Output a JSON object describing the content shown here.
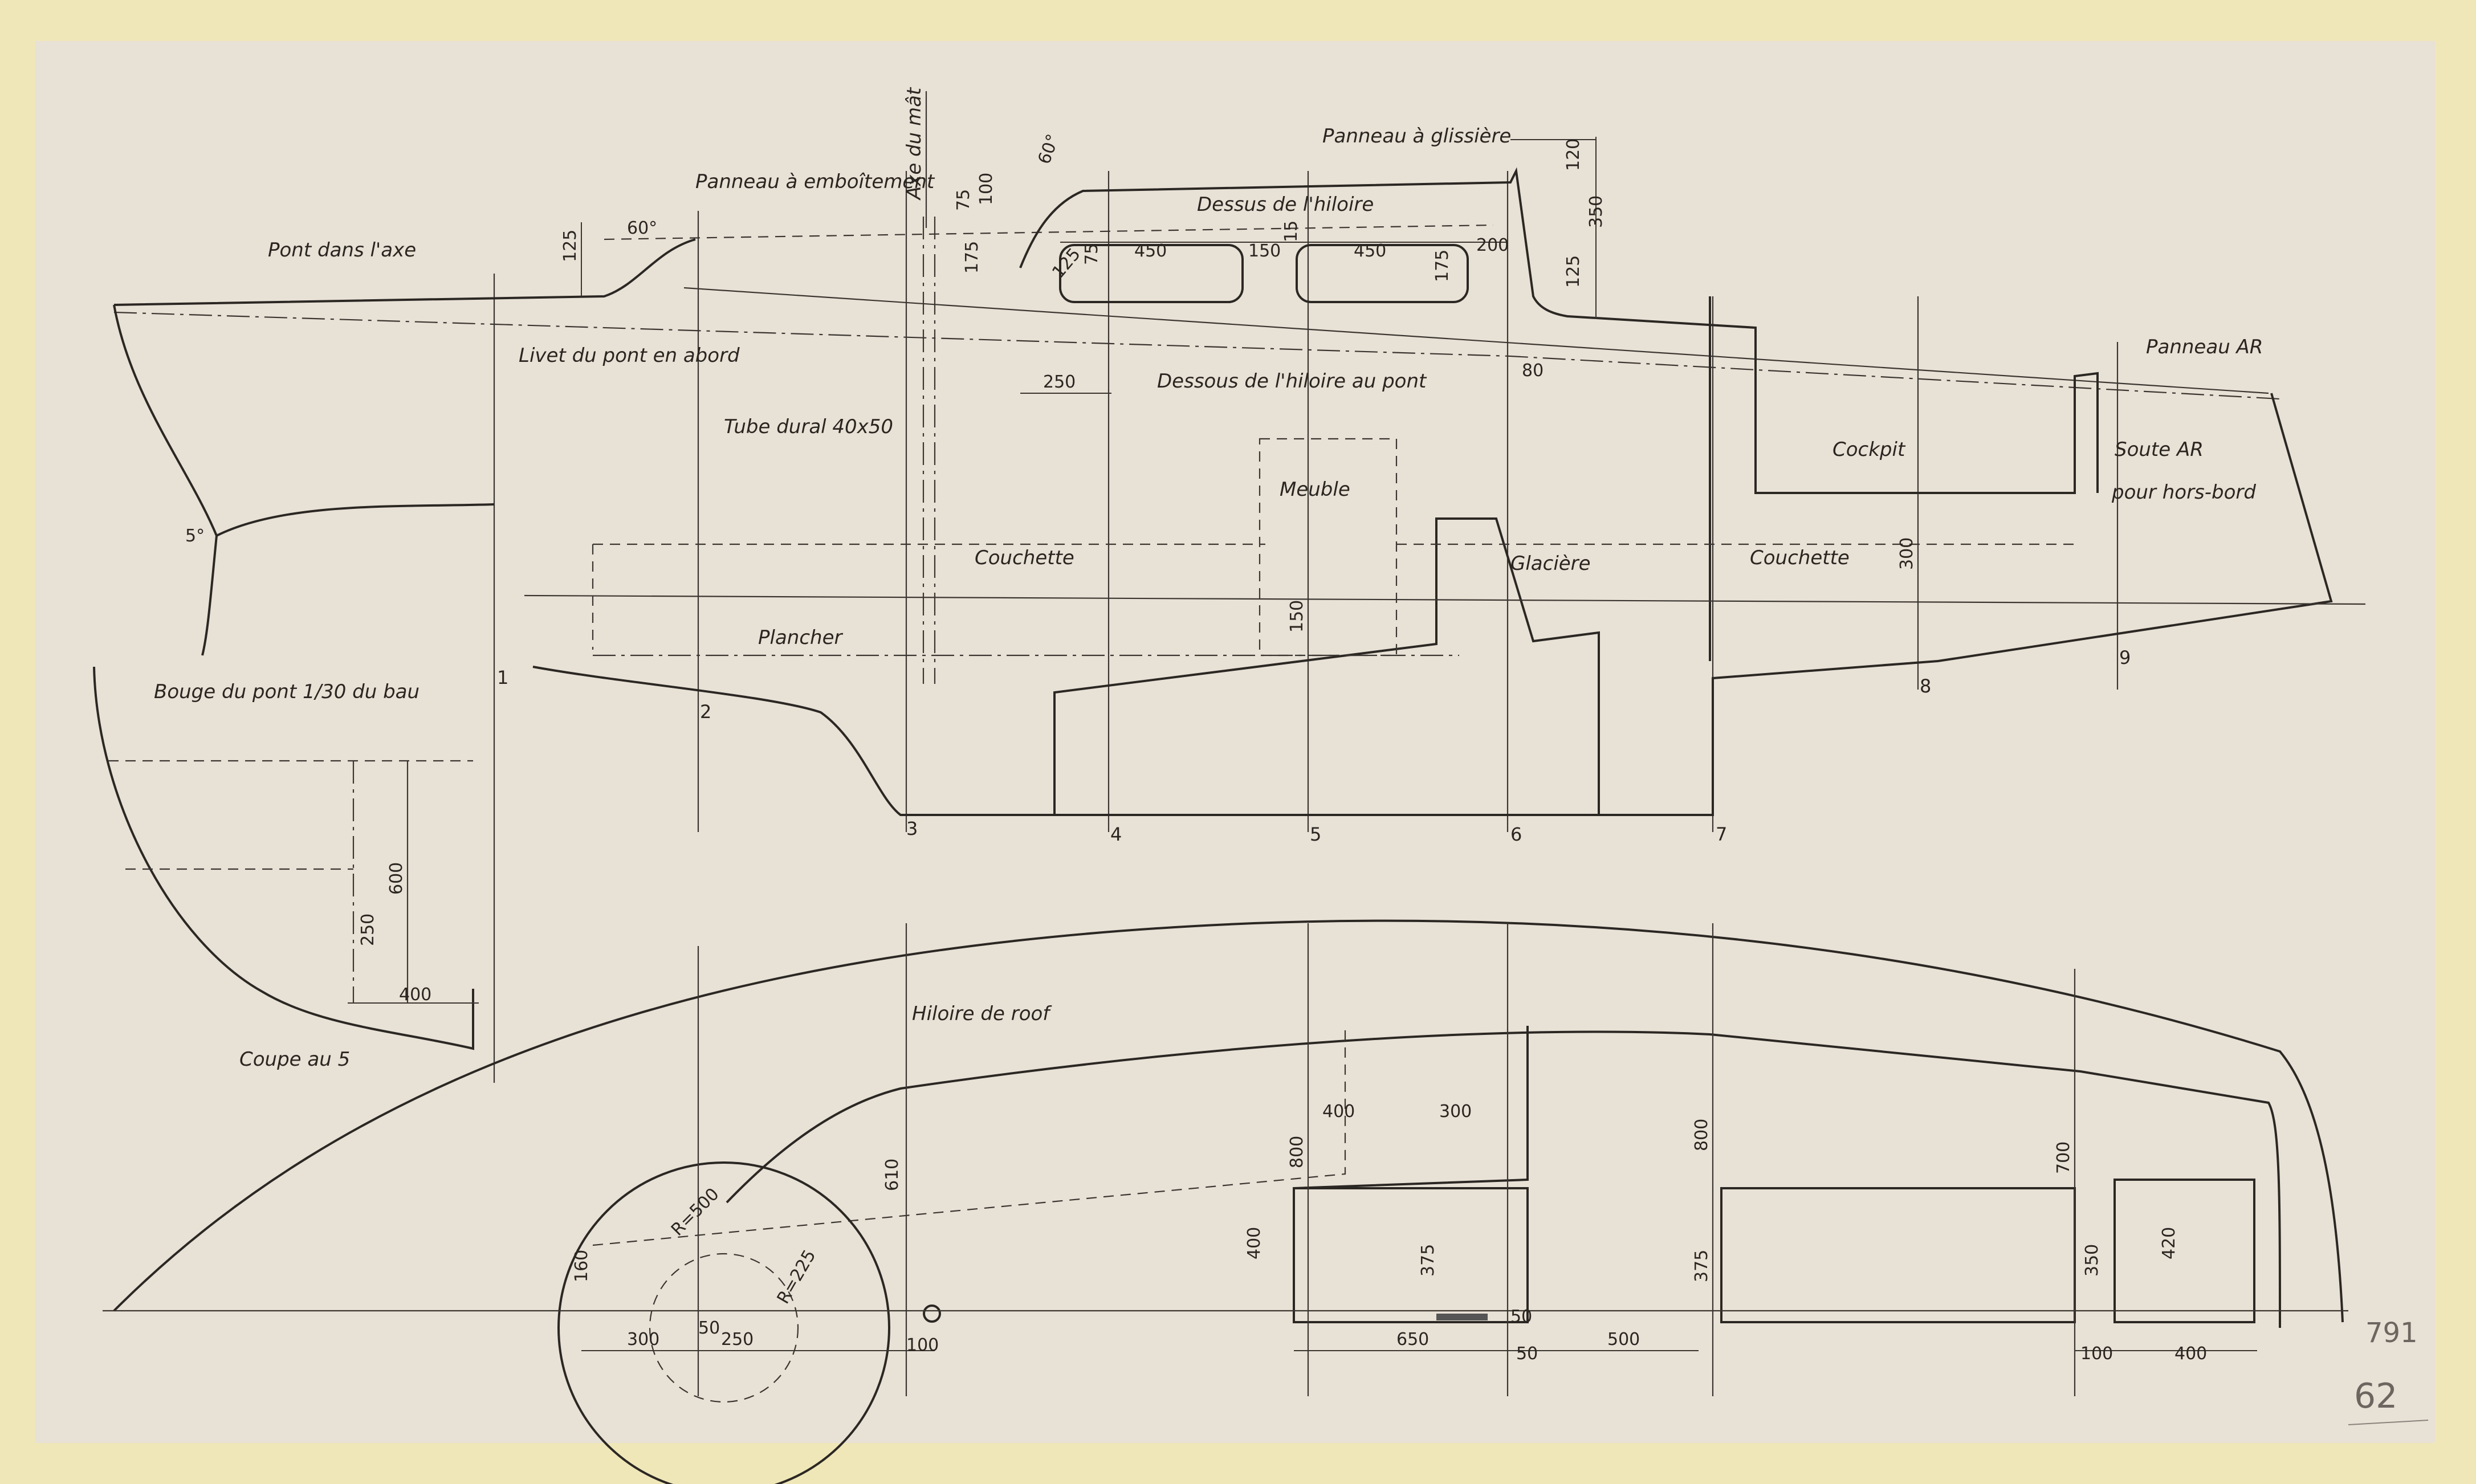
{
  "labels": {
    "pont_axe": "Pont dans l'axe",
    "panneau_emboitement": "Panneau à emboîtement",
    "axe_mat": "Axe du mât",
    "panneau_glissiere": "Panneau à glissière",
    "dessus_hiloire": "Dessus de l'hiloire",
    "livet_pont": "Livet du pont en abord",
    "dessous_hiloire": "Dessous de l'hiloire au pont",
    "panneau_ar": "Panneau AR",
    "tube_dural": "Tube dural 40x50",
    "meuble": "Meuble",
    "cockpit": "Cockpit",
    "soute_ar": "Soute AR",
    "hors_bord": "pour hors-bord",
    "couchette_1": "Couchette",
    "couchette_2": "Couchette",
    "glaciere": "Glacière",
    "plancher": "Plancher",
    "bouge": "Bouge du pont 1/30 du bau",
    "coupe": "Coupe au 5",
    "hiloire_roof": "Hiloire de roof"
  },
  "dims": {
    "d60a": "60°",
    "d60b": "60°",
    "d5deg": "5°",
    "d125a": "125",
    "d75": "75",
    "d100": "100",
    "d175": "175",
    "d125b": "125",
    "d75b": "75",
    "d450a": "450",
    "d150a": "150",
    "d15": "15",
    "d450b": "450",
    "d200": "200",
    "d175b": "175",
    "d120": "120",
    "d350a": "350",
    "d125c": "125",
    "d80": "80",
    "d250a": "250",
    "d300v": "300",
    "d150v": "150",
    "d600": "600",
    "d250v": "250",
    "d400a": "400",
    "d610": "610",
    "d160": "160",
    "r500": "R=500",
    "r225": "R=225",
    "d300a": "300",
    "d50a": "50",
    "d250b": "250",
    "d100b": "100",
    "d400b": "400",
    "d300b": "300",
    "d800a": "800",
    "d400c": "400",
    "d375a": "375",
    "d50b": "50",
    "d650": "650",
    "d50c": "50",
    "d500": "500",
    "d800b": "800",
    "d375b": "375",
    "d700": "700",
    "d350b": "350",
    "d420": "420",
    "d100c": "100",
    "d400d": "400"
  },
  "stations": [
    "1",
    "2",
    "3",
    "4",
    "5",
    "6",
    "7",
    "8",
    "9"
  ],
  "pencil": {
    "top": "791",
    "bottom": "62"
  },
  "colors": {
    "sheet": "#e8e1d6",
    "border": "#efe7b8",
    "ink": "#2b2723"
  }
}
